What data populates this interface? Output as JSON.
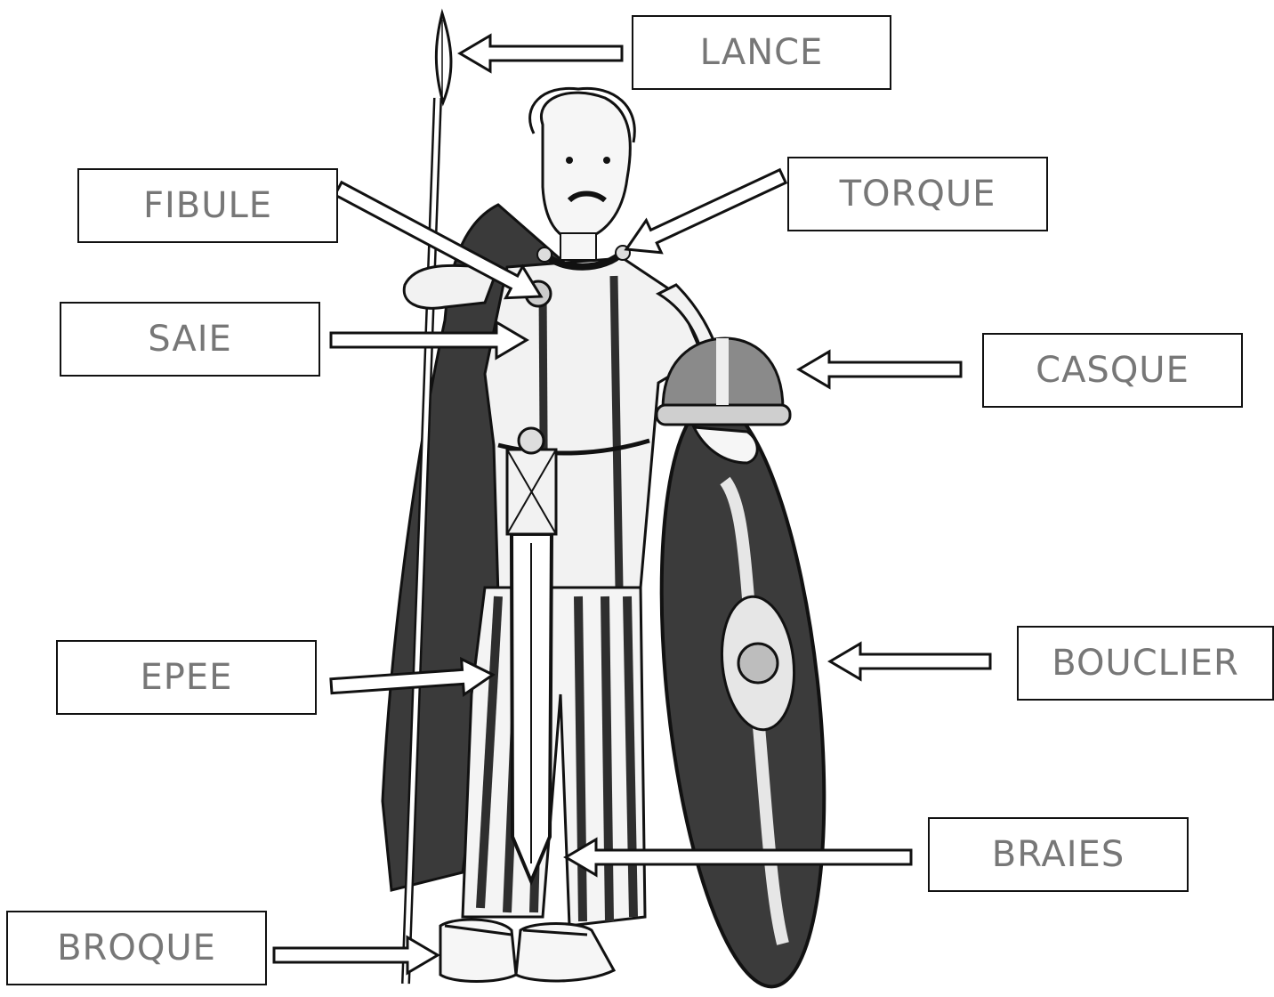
{
  "diagram": {
    "subject": "Celtic warrior (Gaulish) equipment",
    "colors": {
      "ink": "#111111",
      "label_text": "#777777",
      "cloak": "#3a3a3a",
      "stripe": "#2e2e2e",
      "shield": "#3b3b3b"
    }
  },
  "labels": {
    "lance": "LANCE",
    "fibule": "FIBULE",
    "torque": "TORQUE",
    "saie": "SAIE",
    "casque": "CASQUE",
    "epee": "EPEE",
    "bouclier": "BOUCLIER",
    "braies": "BRAIES",
    "broque": "BROQUE"
  }
}
